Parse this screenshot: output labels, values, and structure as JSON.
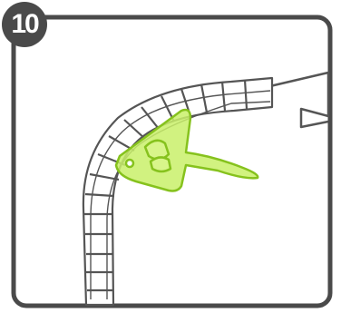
{
  "step": {
    "number": "10"
  },
  "colors": {
    "frame": "#4a4a4a",
    "line": "#555555",
    "tool_fill": "#c9f06a",
    "tool_stroke": "#86c21d"
  },
  "illustration": {
    "subject": "cable-wrap-tool",
    "icon": "spiral-cable-wrap"
  }
}
